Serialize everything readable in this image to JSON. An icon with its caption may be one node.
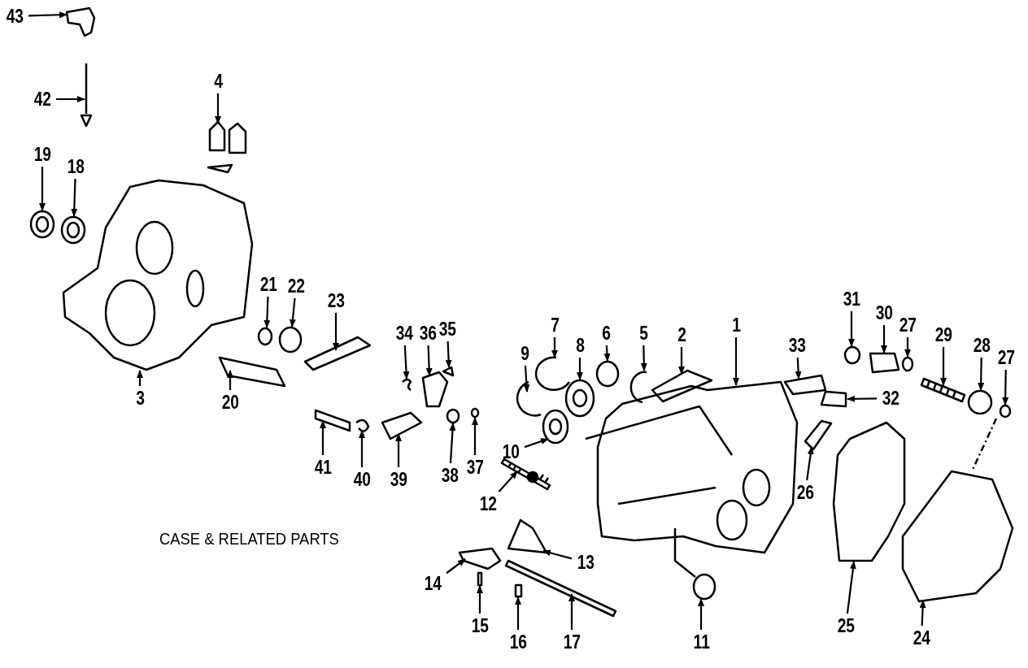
{
  "diagram": {
    "title": "CASE & RELATED PARTS",
    "nodes": [
      {
        "text": [
          "43"
        ]
      },
      {
        "text": [
          "42"
        ]
      },
      {
        "text": [
          "4"
        ]
      },
      {
        "text": [
          "19"
        ]
      },
      {
        "text": [
          "18"
        ]
      },
      {
        "text": [
          "21"
        ]
      },
      {
        "text": [
          "22"
        ]
      },
      {
        "text": [
          "23"
        ]
      },
      {
        "text": [
          "31"
        ]
      },
      {
        "text": [
          "30"
        ]
      },
      {
        "text": [
          "27"
        ]
      },
      {
        "text": [
          "33"
        ]
      },
      {
        "text": [
          "34"
        ]
      },
      {
        "text": [
          "36"
        ]
      },
      {
        "text": [
          "35"
        ]
      },
      {
        "text": [
          "7"
        ]
      },
      {
        "text": [
          "29"
        ]
      },
      {
        "text": [
          "28"
        ]
      },
      {
        "text": [
          "6"
        ]
      },
      {
        "text": [
          "8"
        ]
      },
      {
        "text": [
          "9"
        ]
      },
      {
        "text": [
          "5"
        ]
      },
      {
        "text": [
          "2"
        ]
      },
      {
        "text": [
          "1"
        ]
      },
      {
        "text": [
          "27"
        ]
      },
      {
        "text": [
          "32"
        ]
      },
      {
        "text": [
          "3"
        ]
      },
      {
        "text": [
          "20"
        ]
      },
      {
        "text": [
          "10"
        ]
      },
      {
        "text": [
          "41"
        ]
      },
      {
        "text": [
          "40"
        ]
      },
      {
        "text": [
          "39"
        ]
      },
      {
        "text": [
          "38"
        ]
      },
      {
        "text": [
          "37"
        ]
      },
      {
        "text": [
          "26"
        ]
      },
      {
        "text": [
          "12"
        ]
      },
      {
        "text": [
          "13"
        ]
      },
      {
        "text": [
          "14"
        ]
      },
      {
        "text": [
          "25"
        ]
      },
      {
        "text": [
          "24"
        ]
      },
      {
        "text": [
          "15"
        ]
      },
      {
        "text": [
          "16"
        ]
      },
      {
        "text": [
          "17"
        ]
      },
      {
        "text": [
          "11"
        ]
      },
      {
        "text": [],
        "shape": "picture"
      },
      {
        "text": [],
        "shape": "picture"
      },
      {
        "text": [],
        "shape": "picture"
      },
      {
        "text": [],
        "shape": "picture"
      },
      {
        "text": [],
        "shape": "picture"
      },
      {
        "text": [],
        "shape": "circle"
      },
      {
        "text": [],
        "shape": "circle"
      },
      {
        "text": [],
        "shape": "picture"
      },
      {
        "text": [],
        "shape": "circle"
      },
      {
        "text": [],
        "shape": "picture"
      },
      {
        "text": [],
        "shape": "circle"
      },
      {
        "text": [],
        "shape": "picture"
      },
      {
        "text": [],
        "shape": "picture"
      },
      {
        "text": [],
        "shape": "picture"
      },
      {
        "text": [],
        "shape": "picture"
      },
      {
        "text": [],
        "shape": "picture"
      },
      {
        "text": [],
        "shape": "picture"
      },
      {
        "text": [],
        "shape": "circle"
      },
      {
        "text": [],
        "shape": "circle"
      },
      {
        "text": [],
        "shape": "picture"
      },
      {
        "text": [],
        "shape": "picture"
      },
      {
        "text": [],
        "shape": "picture"
      },
      {
        "text": [],
        "shape": "picture"
      },
      {
        "text": [],
        "shape": "picture"
      },
      {
        "text": [],
        "shape": "circle"
      },
      {
        "text": [],
        "shape": "picture"
      },
      {
        "text": [],
        "shape": "picture"
      },
      {
        "text": [],
        "shape": "picture"
      },
      {
        "text": [],
        "shape": "picture"
      },
      {
        "text": [],
        "shape": "picture"
      },
      {
        "text": [],
        "shape": "picture"
      },
      {
        "text": [],
        "shape": "picture"
      },
      {
        "text": [],
        "shape": "circle"
      },
      {
        "text": [],
        "shape": "circle"
      },
      {
        "text": [],
        "shape": "picture"
      },
      {
        "text": [],
        "shape": "picture"
      },
      {
        "text": [],
        "shape": "picture"
      },
      {
        "text": [],
        "shape": "picture"
      },
      {
        "text": [],
        "shape": "picture"
      },
      {
        "text": [],
        "shape": "picture"
      },
      {
        "text": [],
        "shape": "box"
      },
      {
        "text": [],
        "shape": "box"
      },
      {
        "text": [],
        "shape": "picture"
      },
      {
        "text": [],
        "shape": "picture"
      }
    ],
    "edges": [
      {
        "from": 0,
        "to": 44,
        "arrow": "to"
      },
      {
        "from": 1,
        "to": 45,
        "arrow": "to"
      },
      {
        "from": 2,
        "to": 46,
        "arrow": "to"
      },
      {
        "from": 3,
        "to": 47,
        "arrow": "to"
      },
      {
        "from": 4,
        "to": 48,
        "arrow": "to"
      },
      {
        "from": 5,
        "to": 49,
        "arrow": "to"
      },
      {
        "from": 6,
        "to": 50,
        "arrow": "to"
      },
      {
        "from": 7,
        "to": 51,
        "arrow": "to"
      },
      {
        "from": 8,
        "to": 52,
        "arrow": "to"
      },
      {
        "from": 9,
        "to": 53,
        "arrow": "to"
      },
      {
        "from": 10,
        "to": 54,
        "arrow": "to"
      },
      {
        "from": 11,
        "to": 55,
        "arrow": "to"
      },
      {
        "from": 12,
        "to": 56,
        "arrow": "to"
      },
      {
        "from": 13,
        "to": 57,
        "arrow": "to"
      },
      {
        "from": 14,
        "to": 58,
        "arrow": "to"
      },
      {
        "from": 15,
        "to": 59,
        "arrow": "to"
      },
      {
        "from": 16,
        "to": 60,
        "arrow": "to"
      },
      {
        "from": 17,
        "to": 61,
        "arrow": "to"
      },
      {
        "from": 18,
        "to": 62,
        "arrow": "to"
      },
      {
        "from": 19,
        "to": 63,
        "arrow": "to"
      },
      {
        "from": 20,
        "to": 64,
        "arrow": "to"
      },
      {
        "from": 21,
        "to": 65,
        "arrow": "to"
      },
      {
        "from": 22,
        "to": 66,
        "arrow": "to"
      },
      {
        "from": 23,
        "to": 67,
        "arrow": "to"
      },
      {
        "from": 24,
        "to": 68,
        "arrow": "to"
      },
      {
        "from": 25,
        "to": 69,
        "arrow": "to"
      },
      {
        "from": 26,
        "to": 70,
        "arrow": "to"
      },
      {
        "from": 27,
        "to": 71,
        "arrow": "to"
      },
      {
        "from": 28,
        "to": 72,
        "arrow": "to"
      },
      {
        "from": 29,
        "to": 73,
        "arrow": "to"
      },
      {
        "from": 30,
        "to": 74,
        "arrow": "to"
      },
      {
        "from": 31,
        "to": 75,
        "arrow": "to"
      },
      {
        "from": 32,
        "to": 76,
        "arrow": "to"
      },
      {
        "from": 33,
        "to": 77,
        "arrow": "to"
      },
      {
        "from": 34,
        "to": 78,
        "arrow": "to"
      },
      {
        "from": 35,
        "to": 79,
        "arrow": "to"
      },
      {
        "from": 36,
        "to": 80,
        "arrow": "to"
      },
      {
        "from": 37,
        "to": 81,
        "arrow": "to"
      },
      {
        "from": 38,
        "to": 82,
        "arrow": "to"
      },
      {
        "from": 39,
        "to": 83,
        "arrow": "to"
      },
      {
        "from": 40,
        "to": 84,
        "arrow": "to"
      },
      {
        "from": 41,
        "to": 85,
        "arrow": "to"
      },
      {
        "from": 42,
        "to": 86,
        "arrow": "to"
      },
      {
        "from": 43,
        "to": 87,
        "arrow": "to"
      }
    ]
  }
}
